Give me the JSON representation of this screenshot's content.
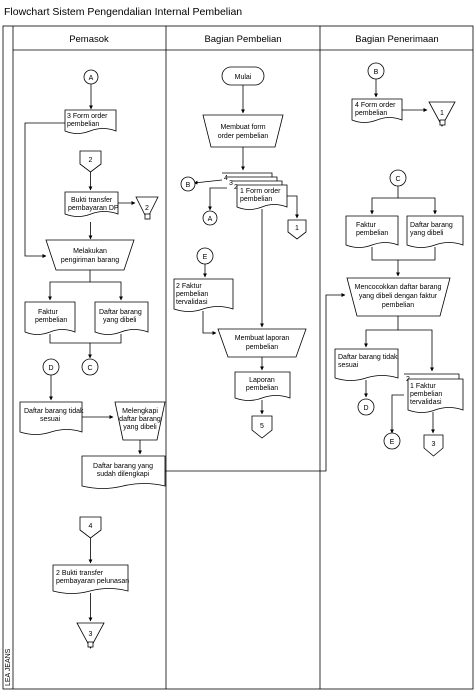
{
  "title": "Flowchart Sistem Pengendalian Internal Pembelian",
  "side_label": "LEA JEANS",
  "lanes": [
    "Pemasok",
    "Bagian Pembelian",
    "Bagian Penerimaan"
  ],
  "nodes": {
    "connA_top": "A",
    "doc_form_order_3": "3 Form order pembelian",
    "offpage_2a": "2",
    "doc_bukti_transfer_dp": "Bukti transfer pembayaran DP",
    "file_2": "2",
    "manual_pengiriman": "Melakukan pengiriman barang",
    "doc_faktur_pemasok": "Faktur pembelian",
    "doc_daftar_dibeli_pemasok": "Daftar barang yang dibeli",
    "connC_pemasok": "C",
    "connD_pemasok": "D",
    "doc_tidak_sesuai_pemasok": "Daftar barang tidak sesuai",
    "manual_melengkapi": "Melengkapi daftar barang yang dibeli",
    "doc_dilengkapi": "Daftar barang yang sudah dilengkapi",
    "offpage_4": "4",
    "doc_bukti_pelunasan": "2 Bukti transfer pembayaran pelunasan",
    "file_3": "3",
    "terminal_mulai": "Mulai",
    "manual_membuat_form": "Membuat form order pembelian",
    "doc_form_order_1": "1 Form order pembelian",
    "form_copy_4": "4",
    "form_copy_3": "3",
    "form_copy_2": "2",
    "connB_pembelian": "B",
    "connA_pembelian": "A",
    "offpage_1": "1",
    "connE_pembelian": "E",
    "doc_faktur_tervalidasi_2": "2 Faktur pembelian tervalidasi",
    "manual_membuat_laporan": "Membuat laporan pembelian",
    "doc_laporan": "Laporan pembelian",
    "offpage_5": "5",
    "connB_penerimaan": "B",
    "doc_form_order_4": "4 Form order pembelian",
    "file_1": "1",
    "connC_penerimaan": "C",
    "doc_faktur_penerimaan": "Faktur pembelian",
    "doc_daftar_dibeli_penerimaan": "Daftar barang yang dibeli",
    "manual_mencocokkan": "Mencocokkan daftar barang yang dibeli dengan faktur pembelian",
    "doc_tidak_sesuai_penerimaan": "Daftar barang tidak sesuai",
    "doc_faktur_tervalidasi_1": "1 Faktur pembelian tervalidasi",
    "faktur_copy_2": "2",
    "connD_penerimaan": "D",
    "connE_penerimaan": "E",
    "offpage_3": "3"
  }
}
